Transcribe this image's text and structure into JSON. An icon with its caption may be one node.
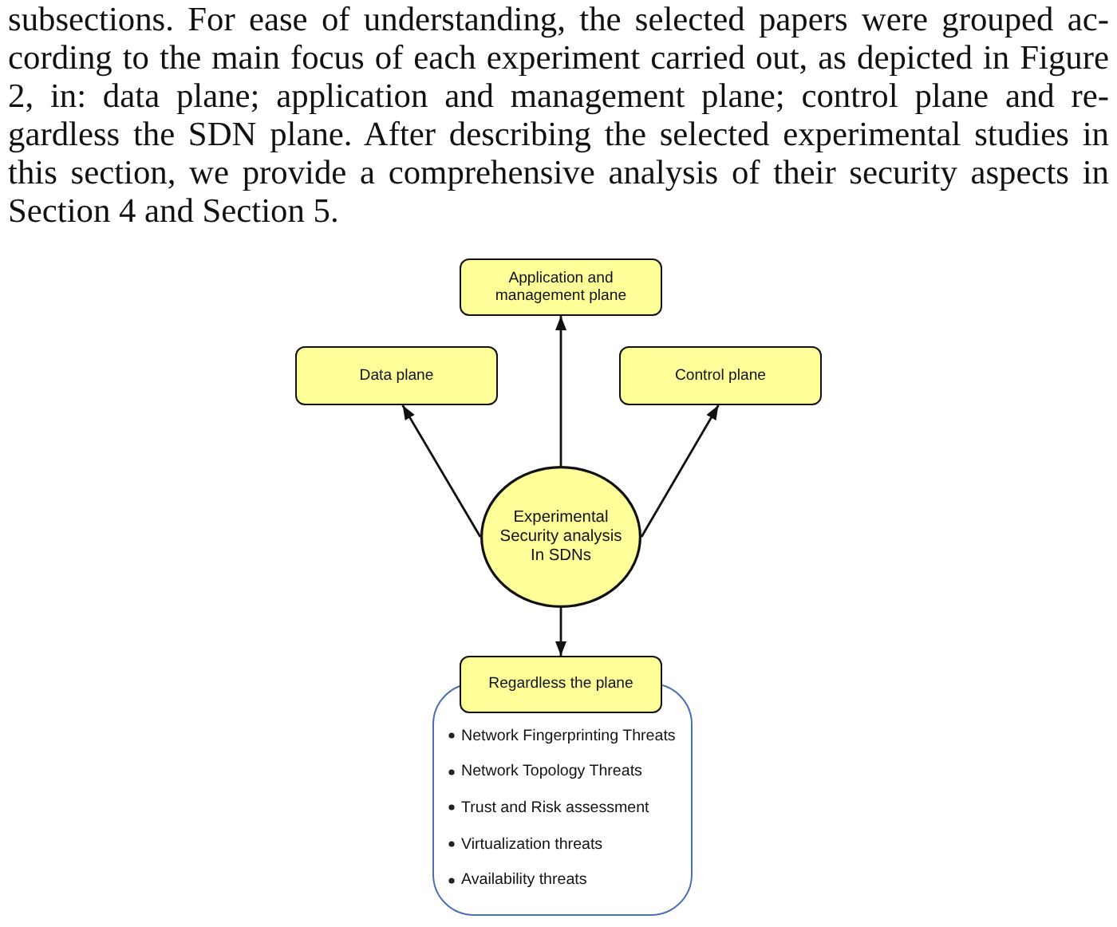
{
  "diagram": {
    "nodes": [
      {
        "text": [
          "Application and management plane"
        ]
      },
      {
        "text": [
          "Data plane"
        ]
      },
      {
        "text": [
          "Control plane"
        ]
      },
      {
        "text": [
          "Experimental Security analysis In SDNs"
        ]
      },
      {
        "text": [
          "Regardless the plane"
        ]
      },
      {
        "text": [
          "Network Fingerprinting Threats",
          "Network Topology Threats",
          "Trust and Risk assessment",
          "Virtualization threats",
          "Availability threats"
        ]
      }
    ],
    "edges": [
      {
        "from": 3,
        "to": 0,
        "arrow": "to"
      },
      {
        "from": 3,
        "to": 1,
        "arrow": "to"
      },
      {
        "from": 3,
        "to": 2,
        "arrow": "to"
      },
      {
        "from": 3,
        "to": 4,
        "arrow": "to"
      }
    ],
    "labels": [
      "subsections. For ease of understanding, the selected papers were grouped ac-cording to the main focus of each experiment carried out, as depicted in Figure 2, in: data plane; application and management plane; control plane and re-gardless the SDN plane. After describing the selected experimental studies in this section, we provide a comprehensive analysis of their security aspects in Section 4 and Section 5."
    ]
  }
}
